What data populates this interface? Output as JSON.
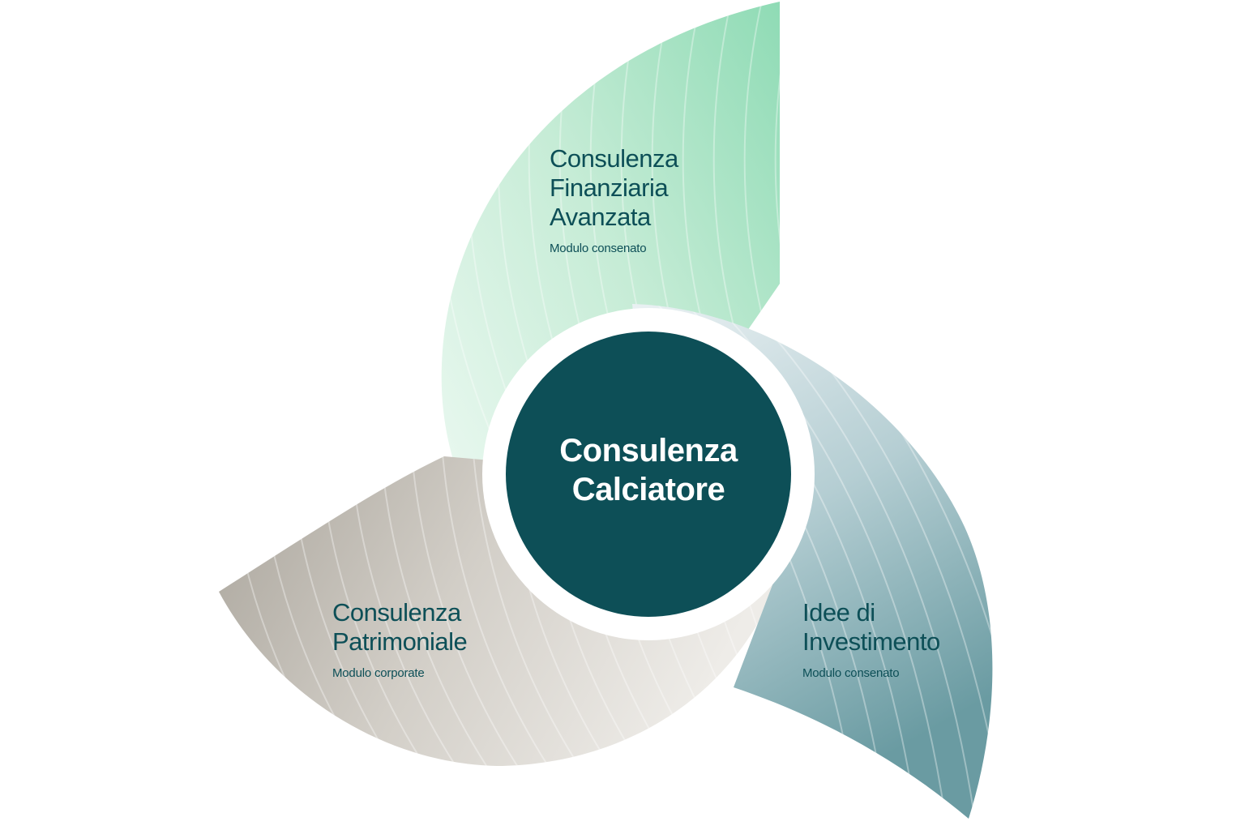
{
  "center": {
    "line1": "Consulenza",
    "line2": "Calciatore"
  },
  "segments": [
    {
      "line1": "Consulenza",
      "line2": "Finanziaria",
      "line3": "Avanzata",
      "module": "Modulo consenato"
    },
    {
      "line1": "Consulenza",
      "line2": "Patrimoniale",
      "module": "Modulo corporate"
    },
    {
      "line1": "Idee di",
      "line2": "Investimento",
      "module": "Modulo consenato"
    }
  ],
  "colors": {
    "center": "#0d4f57",
    "text": "#0d4f57",
    "green": "#8fdbb5",
    "gray": "#aca79e",
    "blue": "#6f9fa6"
  }
}
